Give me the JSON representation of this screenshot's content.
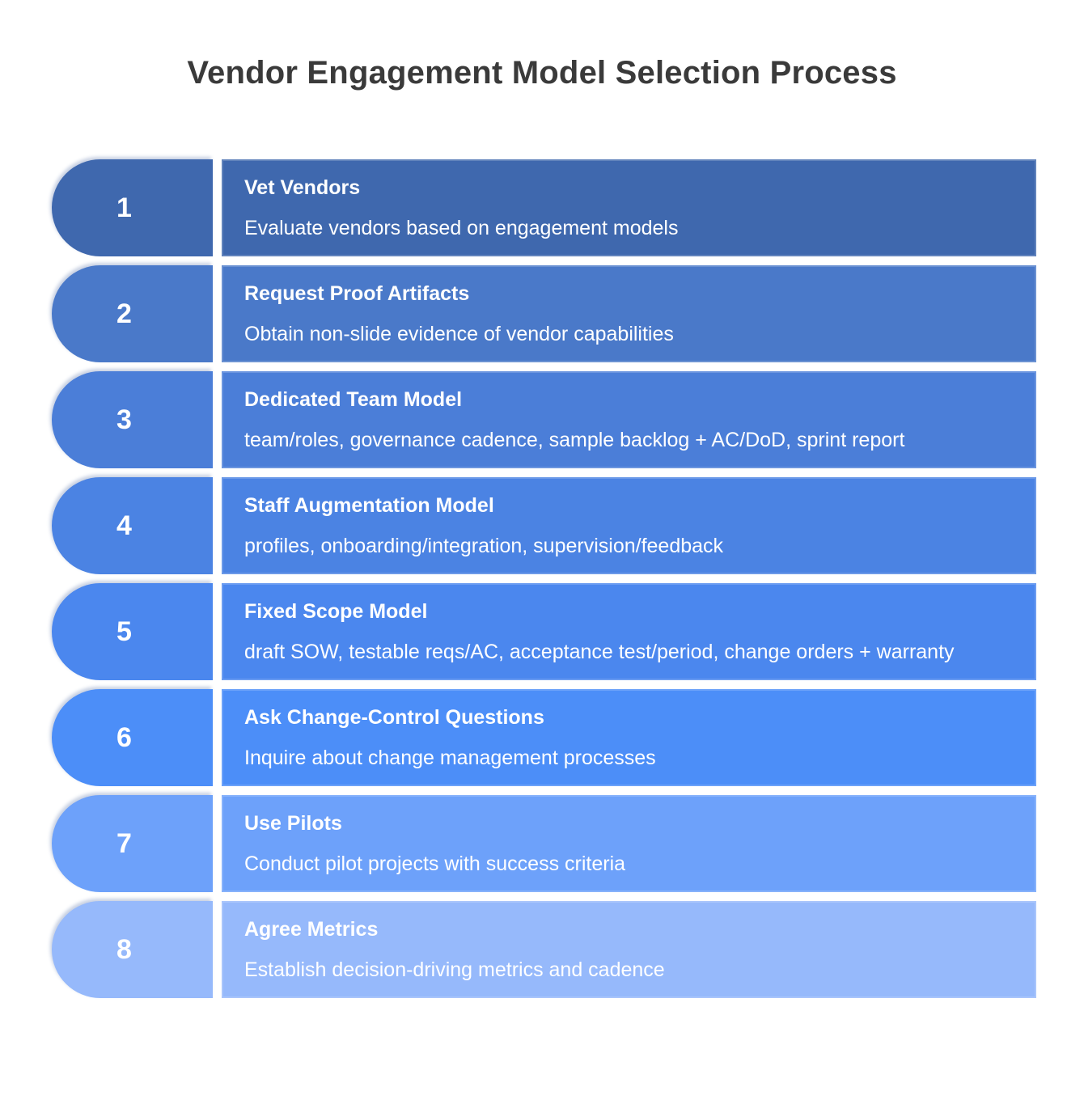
{
  "title": "Vendor Engagement Model Selection Process",
  "colors": {
    "background": "#ffffff",
    "title_text": "#3a3a3a",
    "step_text": "#ffffff"
  },
  "steps": [
    {
      "number": "1",
      "label": "Vet Vendors",
      "description": "Evaluate vendors based on engagement models",
      "color": "#3f68ae"
    },
    {
      "number": "2",
      "label": "Request Proof Artifacts",
      "description": "Obtain non-slide evidence of vendor capabilities",
      "color": "#4a79c9"
    },
    {
      "number": "3",
      "label": "Dedicated Team Model",
      "description": "team/roles, governance cadence, sample backlog + AC/DoD, sprint report",
      "color": "#4b7ed8"
    },
    {
      "number": "4",
      "label": "Staff Augmentation Model",
      "description": "profiles, onboarding/integration, supervision/feedback",
      "color": "#4b83e3"
    },
    {
      "number": "5",
      "label": "Fixed Scope Model",
      "description": "draft SOW, testable reqs/AC, acceptance test/period, change orders + warranty",
      "color": "#4b87ee"
    },
    {
      "number": "6",
      "label": "Ask Change-Control Questions",
      "description": "Inquire about change management processes",
      "color": "#4c8ef8"
    },
    {
      "number": "7",
      "label": "Use Pilots",
      "description": "Conduct pilot projects with success criteria",
      "color": "#6da1fa"
    },
    {
      "number": "8",
      "label": "Agree Metrics",
      "description": "Establish decision-driving metrics and cadence",
      "color": "#96b9fb"
    }
  ]
}
